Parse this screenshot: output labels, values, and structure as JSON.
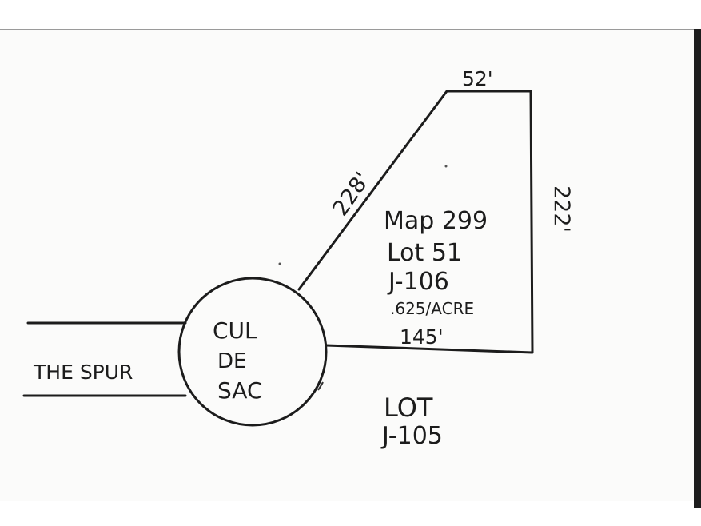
{
  "top_side_label": "52'",
  "left_side_label": "228'",
  "right_side_label": "222'",
  "bottom_side_label": "145'",
  "parcel": {
    "map": "Map 299",
    "lot": "Lot 51",
    "id": "J-106",
    "acreage": ".625/ACRE"
  },
  "cul_de_sac": {
    "line1": "CUL",
    "line2": "DE",
    "line3": "SAC"
  },
  "road_label": "THE SPUR",
  "neighbor": {
    "line1": "LOT",
    "line2": "J-105"
  }
}
